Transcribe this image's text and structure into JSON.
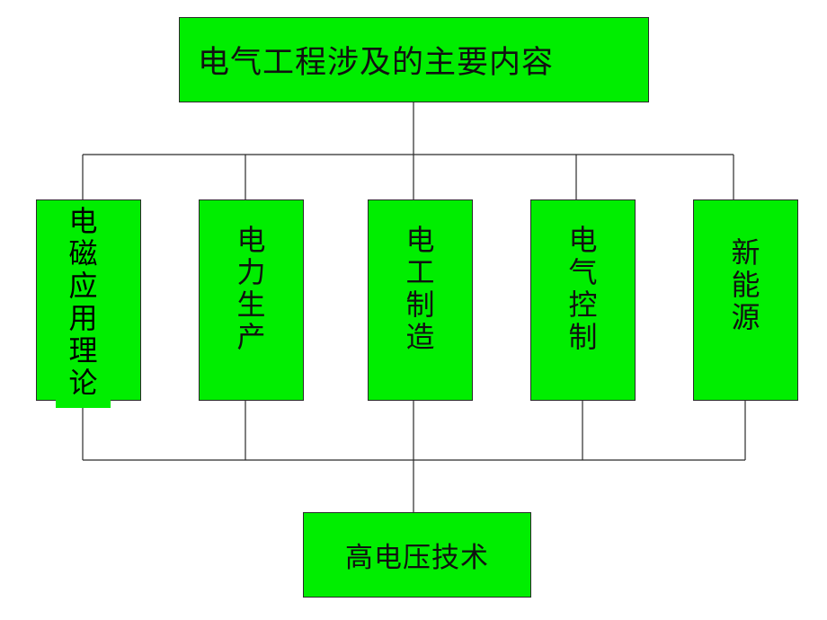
{
  "diagram": {
    "title": "电气工程涉及的主要内容",
    "categories": [
      {
        "label": "电\n磁\n应\n用\n理\n论"
      },
      {
        "label": "电\n力\n生\n产"
      },
      {
        "label": "电\n工\n制\n造"
      },
      {
        "label": "电\n气\n控\n制"
      },
      {
        "label": "新\n能\n源"
      }
    ],
    "bottom": "高电压技术",
    "colors": {
      "box_fill": "#00ee00",
      "border": "#2a2a2a",
      "line": "#2a2a2a",
      "text": "#111111"
    }
  }
}
